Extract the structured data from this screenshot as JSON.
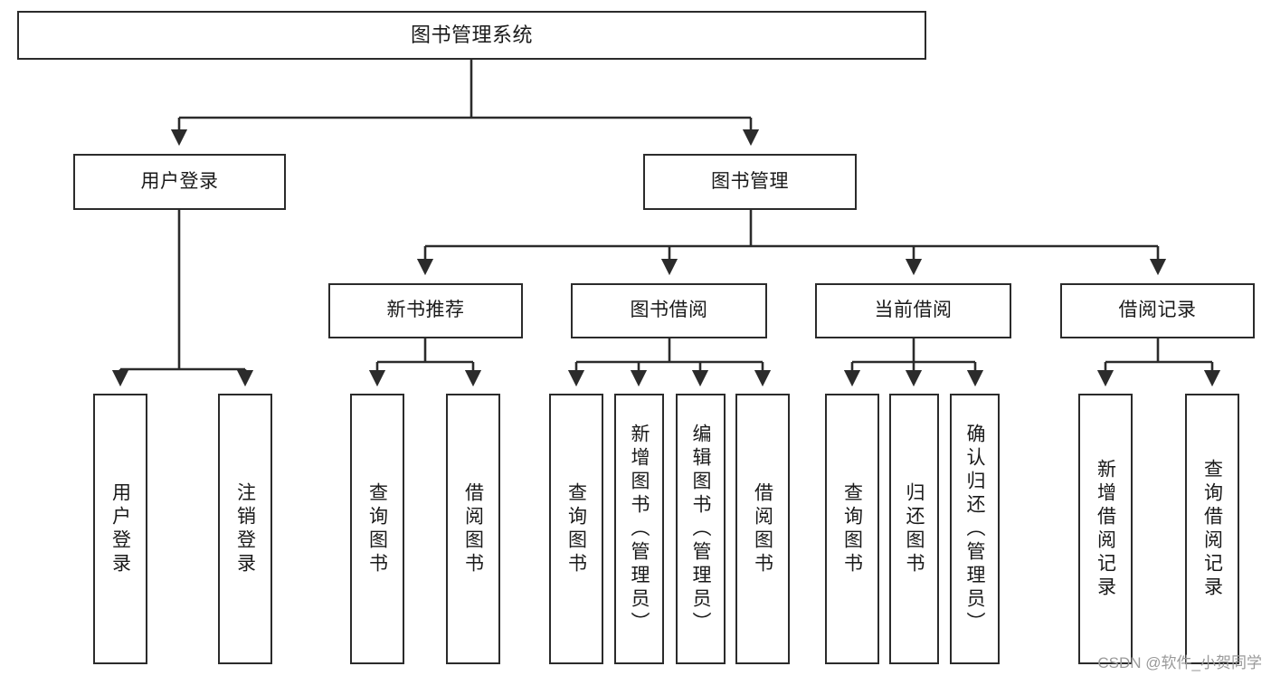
{
  "diagram": {
    "title": "图书管理系统",
    "type": "hierarchy-tree",
    "watermark": "CSDN @软件_小贺同学",
    "colors": {
      "stroke": "#2b2b2b",
      "fill": "#ffffff",
      "text": "#1a1a1a",
      "watermark": "#9a9a9a"
    },
    "levels": {
      "root": {
        "label": "图书管理系统"
      },
      "level2": [
        {
          "label": "用户登录"
        },
        {
          "label": "图书管理"
        }
      ],
      "level3": [
        {
          "label": "新书推荐"
        },
        {
          "label": "图书借阅"
        },
        {
          "label": "当前借阅"
        },
        {
          "label": "借阅记录"
        }
      ],
      "leaves": {
        "user_login": [
          {
            "label": "用户登录"
          },
          {
            "label": "注销登录"
          }
        ],
        "new_book_rec": [
          {
            "label": "查询图书"
          },
          {
            "label": "借阅图书"
          }
        ],
        "book_borrow": [
          {
            "label": "查询图书"
          },
          {
            "label": "新增图书（管理员）"
          },
          {
            "label": "编辑图书（管理员）"
          },
          {
            "label": "借阅图书"
          }
        ],
        "current_borrow": [
          {
            "label": "查询图书"
          },
          {
            "label": "归还图书"
          },
          {
            "label": "确认归还（管理员）"
          }
        ],
        "borrow_record": [
          {
            "label": "新增借阅记录"
          },
          {
            "label": "查询借阅记录"
          }
        ]
      }
    }
  }
}
